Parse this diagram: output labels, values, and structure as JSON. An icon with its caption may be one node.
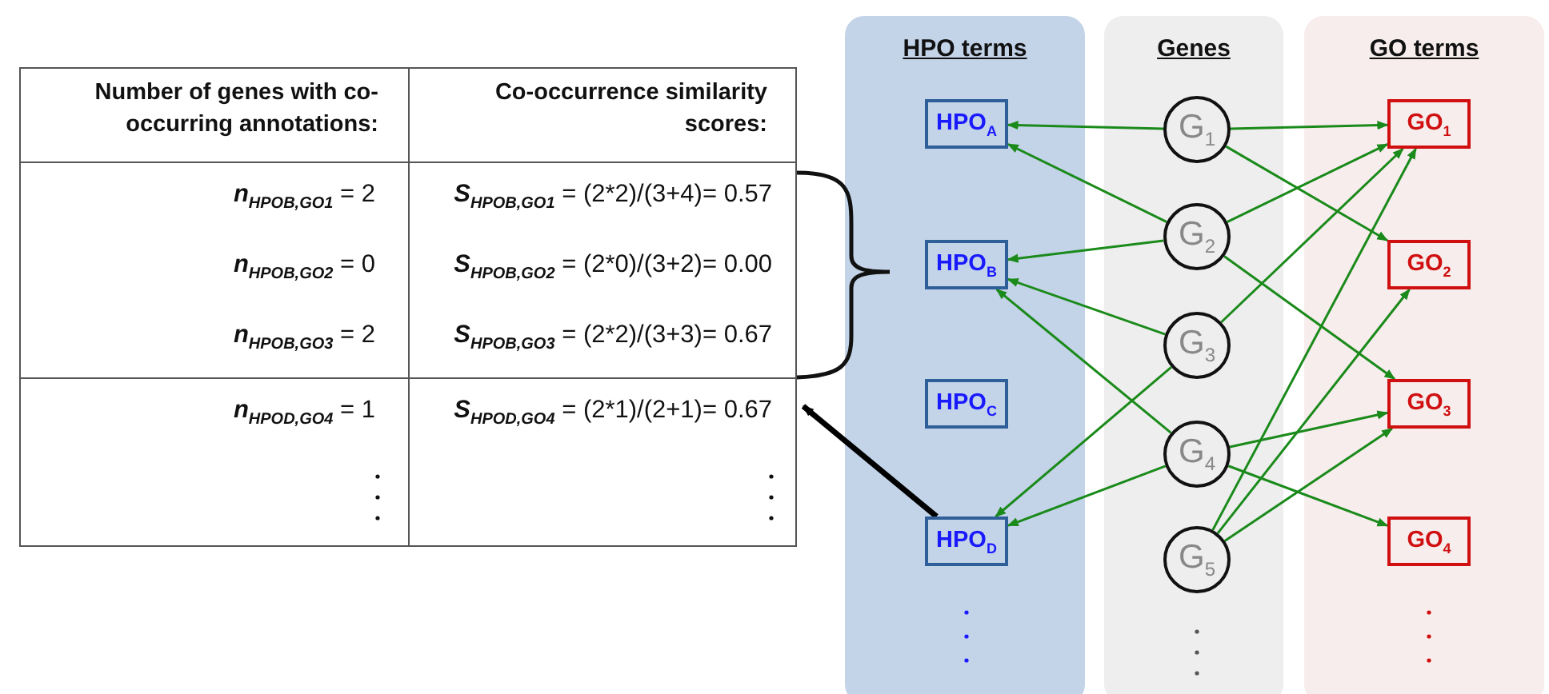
{
  "diagram": {
    "nodes": [
      {
        "text": [],
        "shape": "box"
      },
      {
        "text": [
          "Number of genes with co-occurring annotations:",
          "Co-occurrence similarity scores:"
        ],
        "in": 0
      },
      {
        "text": [
          "**n**$_{HPOB,GO1}$ = 2",
          "**S**$_{HPOB,GO1}$ = (2*2)/(3+4)= 0.57",
          "**n**$_{HPOB,GO2}$ = 0",
          "**S**$_{HPOB,GO2}$ = (2*0)/(3+2)= 0.00",
          "**n**$_{HPOB,GO3}$ = 2",
          "**S**$_{HPOB,GO3}$ = (2*2)/(3+3)= 0.67"
        ],
        "in": 0
      },
      {
        "text": [
          "**n**$_{HPOD,GO4}$ = 1",
          "**S**$_{HPOD,GO4}$ = (2*1)/(2+1)= 0.67"
        ],
        "in": 0
      },
      {
        "text": [
          "HPO terms"
        ]
      },
      {
        "text": [
          "HPO$_{A}$"
        ],
        "in": 4
      },
      {
        "text": [
          "HPO$_{B}$"
        ],
        "in": 4
      },
      {
        "text": [
          "HPO$_{C}$"
        ],
        "in": 4
      },
      {
        "text": [
          "HPO$_{D}$"
        ],
        "in": 4
      },
      {
        "text": [
          "Genes"
        ]
      },
      {
        "text": [
          "G$_{1}$"
        ],
        "in": 9
      },
      {
        "text": [
          "G$_{2}$"
        ],
        "in": 9
      },
      {
        "text": [
          "G$_{3}$"
        ],
        "in": 9
      },
      {
        "text": [
          "G$_{4}$"
        ],
        "in": 9
      },
      {
        "text": [
          "G$_{5}$"
        ],
        "in": 9
      },
      {
        "text": [
          "GO terms"
        ]
      },
      {
        "text": [
          "GO$_{1}$"
        ],
        "in": 15
      },
      {
        "text": [
          "GO$_{2}$"
        ],
        "in": 15
      },
      {
        "text": [
          "GO$_{3}$"
        ],
        "in": 15
      },
      {
        "text": [
          "GO$_{4}$"
        ],
        "in": 15
      }
    ],
    "edges": [
      {
        "from": 10,
        "to": 5,
        "arrow": "to"
      },
      {
        "from": 10,
        "to": 16,
        "arrow": "to"
      },
      {
        "from": 10,
        "to": 17,
        "arrow": "to"
      },
      {
        "from": 11,
        "to": 5,
        "arrow": "to"
      },
      {
        "from": 11,
        "to": 6,
        "arrow": "to"
      },
      {
        "from": 11,
        "to": 16,
        "arrow": "to"
      },
      {
        "from": 11,
        "to": 18,
        "arrow": "to"
      },
      {
        "from": 12,
        "to": 6,
        "arrow": "to"
      },
      {
        "from": 12,
        "to": 8,
        "arrow": "to"
      },
      {
        "from": 12,
        "to": 16,
        "arrow": "to"
      },
      {
        "from": 13,
        "to": 6,
        "arrow": "to"
      },
      {
        "from": 13,
        "to": 8,
        "arrow": "to"
      },
      {
        "from": 13,
        "to": 18,
        "arrow": "to"
      },
      {
        "from": 13,
        "to": 19,
        "arrow": "to"
      },
      {
        "from": 14,
        "to": 16,
        "arrow": "to"
      },
      {
        "from": 14,
        "to": 17,
        "arrow": "to"
      },
      {
        "from": 14,
        "to": 18,
        "arrow": "to"
      },
      {
        "from": 8,
        "to": 3,
        "arrow": "to",
        "style": "thick",
        "color": "#000000"
      }
    ]
  }
}
